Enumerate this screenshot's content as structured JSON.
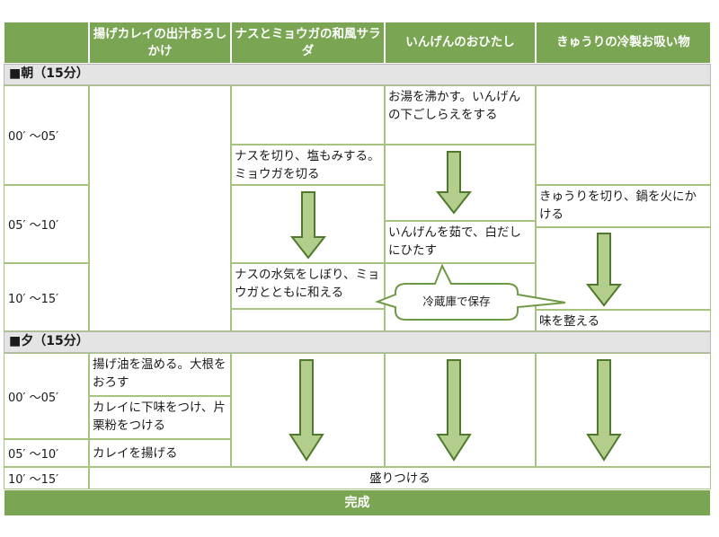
{
  "columns": [
    "揚げカレイの出汁おろしかけ",
    "ナスとミョウガの和風サラダ",
    "いんげんのおひたし",
    "きゅうりの冷製お吸い物"
  ],
  "sections": {
    "morning": "■朝（15分）",
    "evening": "■夕（15分）"
  },
  "times": {
    "t0": "00′ ～05′",
    "t1": "05′ ～10′",
    "t2": "10′ ～15′"
  },
  "morning_steps": {
    "ingen_1": "お湯を沸かす。いんげんの下ごしらえをする",
    "nasu_1": "ナスを切り、塩もみする。ミョウガを切る",
    "kyuri_1": "きゅうりを切り、鍋を火にかける",
    "ingen_2": "いんげんを茹で、白だしにひたす",
    "nasu_2": "ナスの水気をしぼり、ミョウガとともに和える",
    "callout": "冷蔵庫で保存",
    "kyuri_2": "味を整える"
  },
  "evening_steps": {
    "karei_1": "揚げ油を温める。大根をおろす",
    "karei_2": "カレイに下味をつけ、片栗粉をつける",
    "karei_3": "カレイを揚げる",
    "all": "盛りつける"
  },
  "footer": "完成",
  "colors": {
    "header_green": "#7aa654",
    "arrow_fill": "#b3cd8c",
    "arrow_stroke": "#4f7a2e",
    "grid_line": "#a6c47f",
    "section_gray": "#e4e4e4"
  }
}
